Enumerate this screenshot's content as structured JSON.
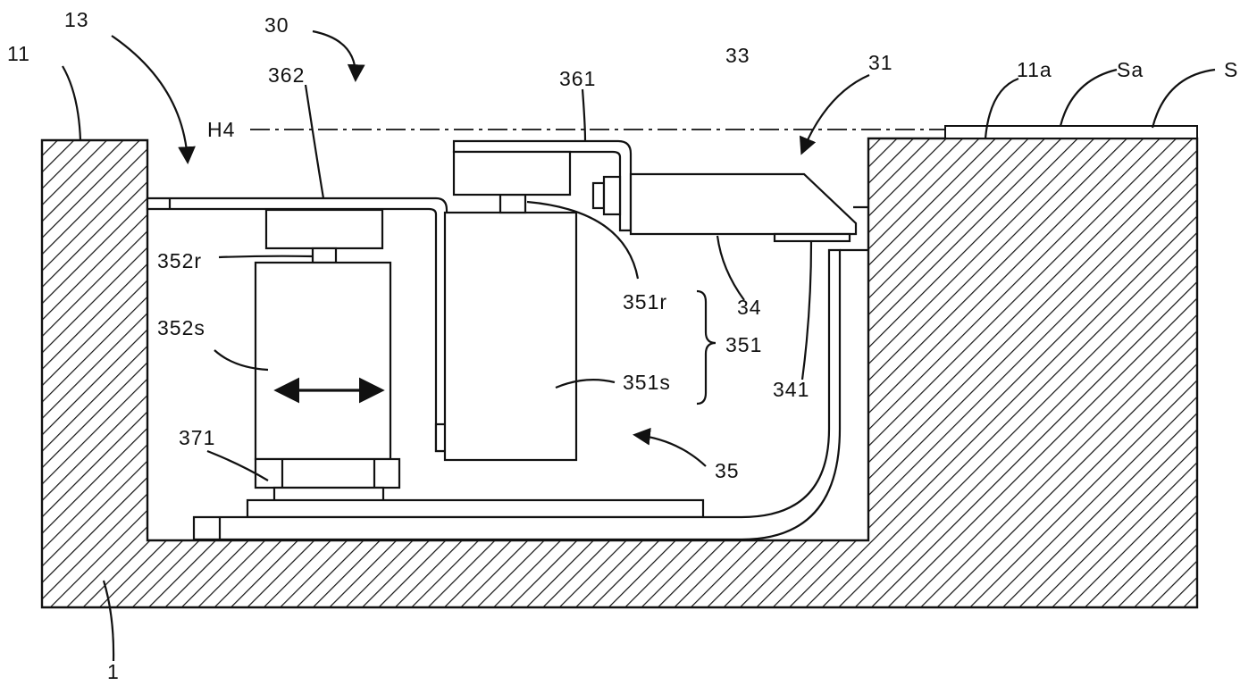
{
  "labels": {
    "l_11": "11",
    "l_13": "13",
    "l_30": "30",
    "l_362": "362",
    "l_361": "361",
    "l_33": "33",
    "l_31": "31",
    "l_11a": "11a",
    "l_Sa": "Sa",
    "l_S": "S",
    "l_H4": "H4",
    "l_352r": "352r",
    "l_352s": "352s",
    "l_371": "371",
    "l_351r": "351r",
    "l_34": "34",
    "l_351": "351",
    "l_341": "341",
    "l_351s": "351s",
    "l_35": "35",
    "l_1": "1"
  },
  "colors": {
    "ink": "#111111",
    "paper": "#ffffff"
  }
}
